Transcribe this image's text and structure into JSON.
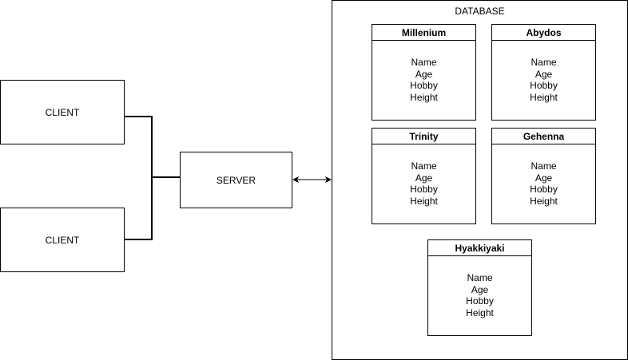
{
  "clients": [
    {
      "label": "CLIENT"
    },
    {
      "label": "CLIENT"
    }
  ],
  "server": {
    "label": "SERVER"
  },
  "database": {
    "label": "DATABASE",
    "tables": [
      {
        "name": "Millenium",
        "fields": [
          "Name",
          "Age",
          "Hobby",
          "Height"
        ]
      },
      {
        "name": "Abydos",
        "fields": [
          "Name",
          "Age",
          "Hobby",
          "Height"
        ]
      },
      {
        "name": "Trinity",
        "fields": [
          "Name",
          "Age",
          "Hobby",
          "Height"
        ]
      },
      {
        "name": "Gehenna",
        "fields": [
          "Name",
          "Age",
          "Hobby",
          "Height"
        ]
      },
      {
        "name": "Hyakkiyaki",
        "fields": [
          "Name",
          "Age",
          "Hobby",
          "Height"
        ]
      }
    ]
  },
  "colors": {
    "stroke": "#000000",
    "background": "#ffffff"
  }
}
